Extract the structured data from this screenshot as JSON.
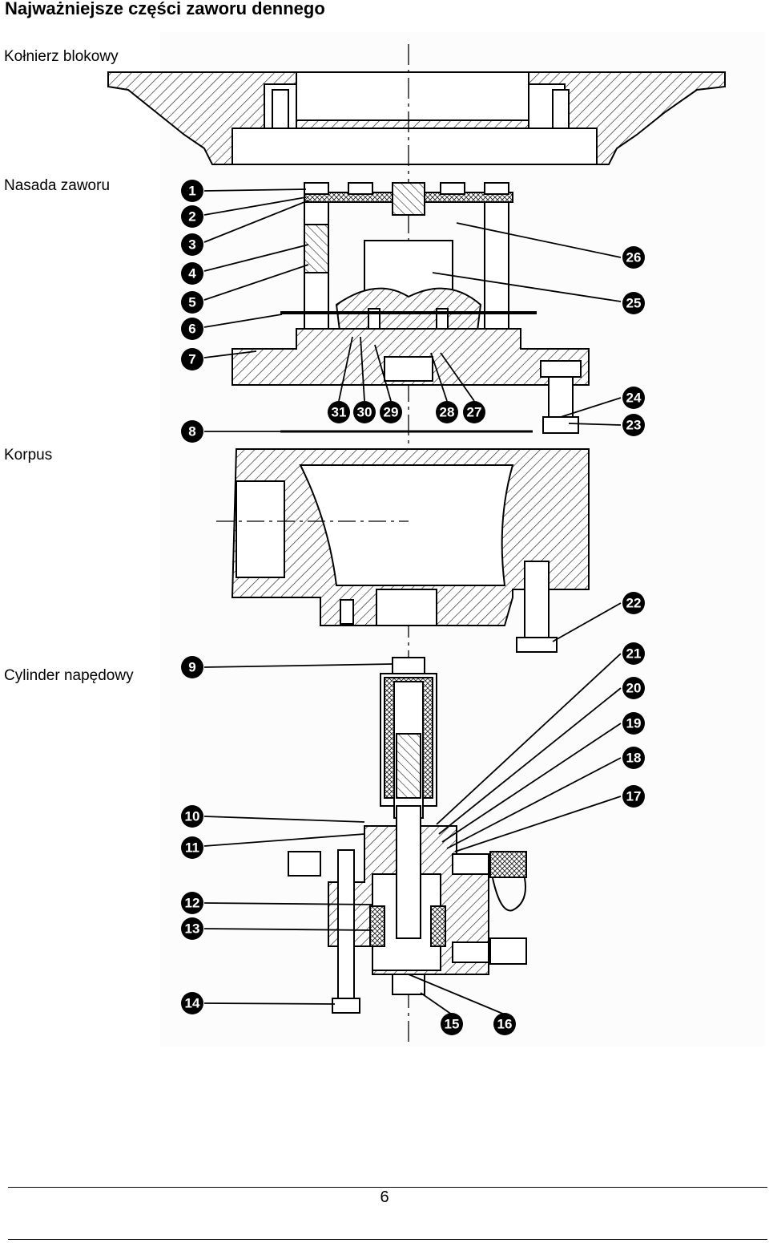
{
  "page": {
    "title": "Najważniejsze części zaworu dennego",
    "page_number": "6"
  },
  "sections": {
    "flange": "Kołnierz blokowy",
    "valve_head": "Nasada zaworu",
    "body": "Korpus",
    "cylinder": "Cylinder napędowy"
  },
  "callouts": [
    "1",
    "2",
    "3",
    "4",
    "5",
    "6",
    "7",
    "8",
    "9",
    "10",
    "11",
    "12",
    "13",
    "14",
    "15",
    "16",
    "17",
    "18",
    "19",
    "20",
    "21",
    "22",
    "23",
    "24",
    "25",
    "26",
    "27",
    "28",
    "29",
    "30",
    "31"
  ],
  "colors": {
    "ink": "#000000",
    "paper": "#ffffff",
    "hatch": "#2a2a2a"
  }
}
